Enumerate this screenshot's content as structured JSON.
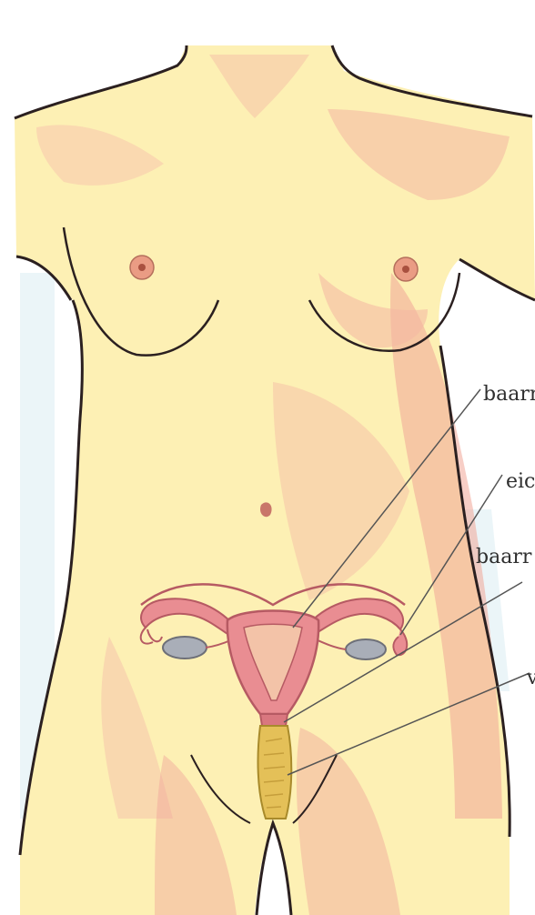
{
  "labels": [
    {
      "id": "label-1",
      "text": "baarr"
    },
    {
      "id": "label-2",
      "text": "eic"
    },
    {
      "id": "label-3",
      "text": "baarr"
    },
    {
      "id": "label-4",
      "text": "v"
    }
  ],
  "colors": {
    "skin": "#fdf0b4",
    "skin_shadow": "#f4b7a3",
    "skin_deep_shadow": "#ea8f86",
    "outline": "#2b2020",
    "organ_pink": "#e98d92",
    "organ_dark": "#b65a63",
    "ovary": "#a9aeb8",
    "vagina": "#e4c058",
    "leader_line": "#555555",
    "bg_edge_blue": "#bfdde8"
  }
}
